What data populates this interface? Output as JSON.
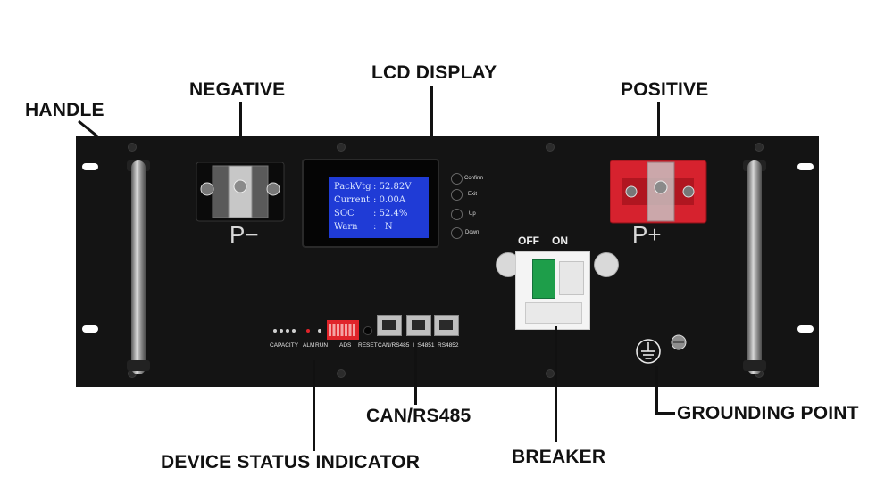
{
  "callouts": {
    "handle": "HANDLE",
    "negative": "NEGATIVE",
    "lcd_display": "LCD DISPLAY",
    "positive": "POSITIVE",
    "can_rs485": "CAN/RS485",
    "device_status_indicator": "DEVICE STATUS INDICATOR",
    "breaker": "BREAKER",
    "grounding_point": "GROUNDING POINT"
  },
  "terminals": {
    "negative_label": "P−",
    "positive_label": "P+"
  },
  "lcd": {
    "rows": [
      {
        "key": "PackVtg",
        "sep": ":",
        "value": "52.82V"
      },
      {
        "key": "Current",
        "sep": ":",
        "value": "0.00A"
      },
      {
        "key": "SOC",
        "sep": ":",
        "value": "52.4%"
      },
      {
        "key": "Warn",
        "sep": ":",
        "value": "N"
      }
    ],
    "buttons": [
      "Confirm",
      "Exit",
      "Up",
      "Down"
    ]
  },
  "status_panel": {
    "capacity_label": "CAPACITY",
    "alm_label": "ALM",
    "run_label": "RUN",
    "ads_label": "ADS",
    "reset_label": "RESET",
    "port_labels": [
      "CAN/RS485",
      "RS4851",
      "RS4852"
    ]
  },
  "breaker_panel": {
    "off_label": "OFF",
    "on_label": "ON"
  },
  "colors": {
    "panel": "#141414",
    "lcd_background": "#1f3bd6",
    "positive_terminal": "#d6222e",
    "dip_switch": "#e0242a",
    "breaker_toggle": "#1e9e4a"
  }
}
